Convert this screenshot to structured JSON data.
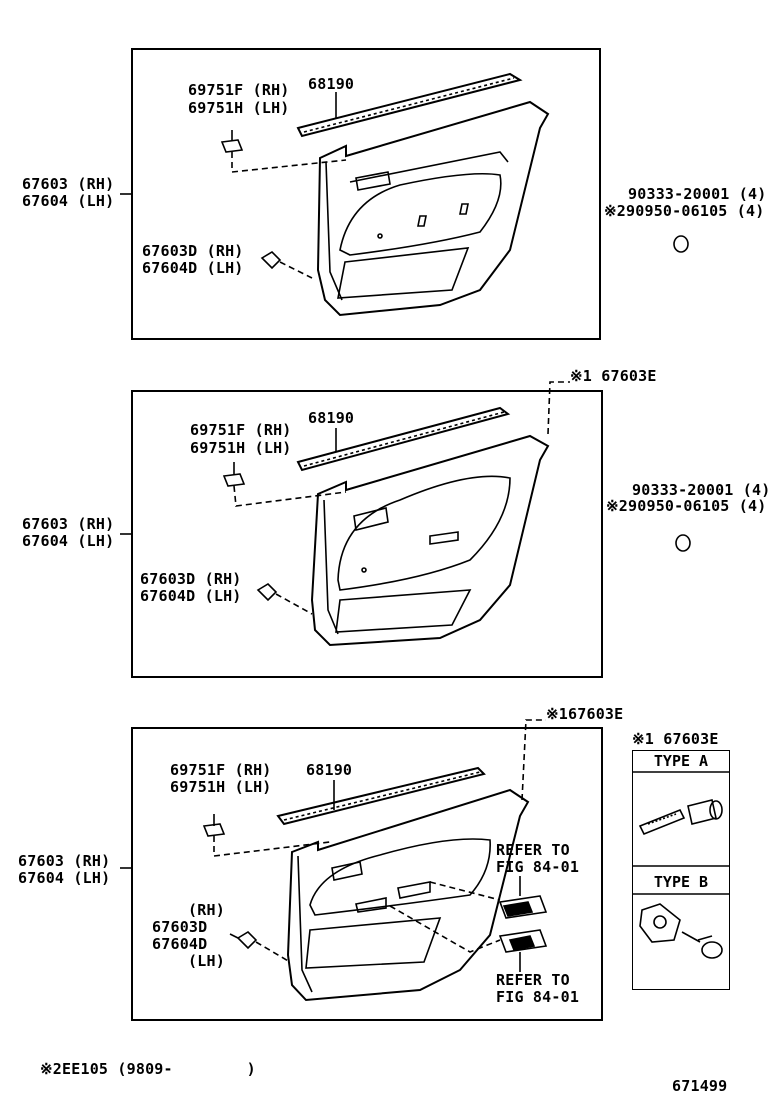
{
  "panel1": {
    "clip_rh": "69751F (RH)",
    "clip_lh": "69751H (LH)",
    "weatherstrip": "68190",
    "board_rh": "67603 (RH)",
    "board_lh": "67604 (LH)",
    "fastener_rh": "67603D (RH)",
    "fastener_lh": "67604D (LH)",
    "screw_1": "90333-20001 (4)",
    "screw_2": "※290950-06105 (4)"
  },
  "panel2": {
    "ref_1": "※1 67603E",
    "clip_rh": "69751F (RH)",
    "clip_lh": "69751H (LH)",
    "weatherstrip": "68190",
    "board_rh": "67603 (RH)",
    "board_lh": "67604 (LH)",
    "fastener_rh": "67603D (RH)",
    "fastener_lh": "67604D (LH)",
    "screw_1": "90333-20001 (4)",
    "screw_2": "※290950-06105 (4)"
  },
  "panel3": {
    "ref_1": "※167603E",
    "clip_rh": "69751F (RH)",
    "clip_lh": "69751H (LH)",
    "weatherstrip": "68190",
    "board_rh": "67603 (RH)",
    "board_lh": "67604 (LH)",
    "fastener_rh": "(RH)",
    "fastener_rh_num": "67603D",
    "fastener_lh_num": "67604D",
    "fastener_lh": "(LH)",
    "refer_top_1": "REFER TO",
    "refer_top_2": "FIG 84-01",
    "refer_bot_1": "REFER TO",
    "refer_bot_2": "FIG 84-01"
  },
  "types": {
    "title": "※1 67603E",
    "type_a": "TYPE A",
    "type_b": "TYPE B"
  },
  "footer": {
    "note": "※2EE105 (9809-        )",
    "catalog_no": "671499"
  }
}
